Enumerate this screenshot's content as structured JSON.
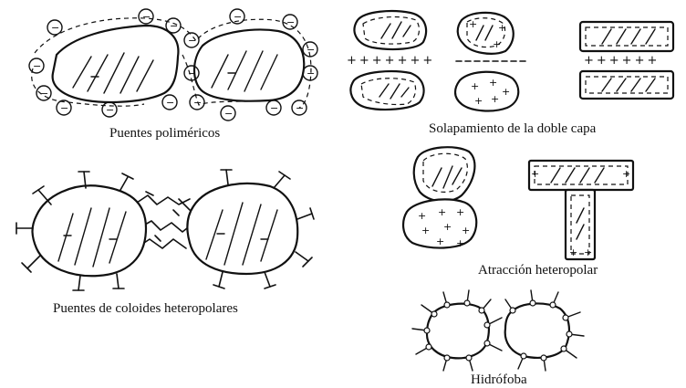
{
  "labels": {
    "polymer_bridges": "Puentes poliméricos",
    "double_layer": "Solapamiento de la doble capa",
    "heteropolar_colloid_bridges": "Puentes de coloides heteropolares",
    "heteropolar_attraction": "Atracción heteropolar",
    "hydrophobic": "Hidrófoba"
  }
}
